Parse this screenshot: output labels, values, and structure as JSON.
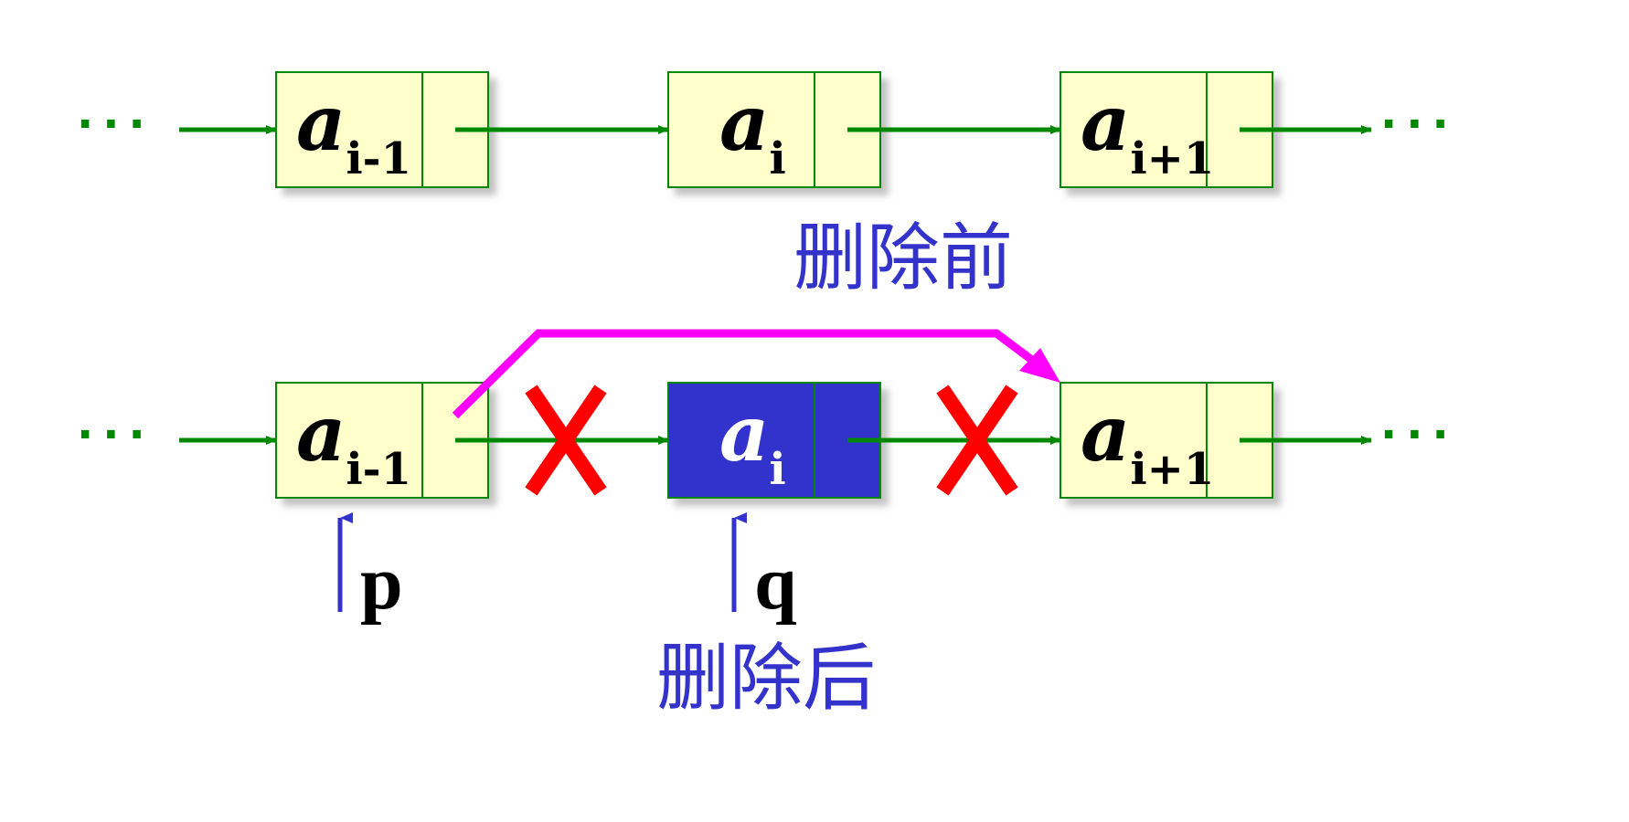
{
  "colors": {
    "node_fill": "#ffffcc",
    "node_border": "#008800",
    "deleted_fill": "#3333cc",
    "deleted_text": "#ffffff",
    "arrow": "#008800",
    "bypass": "#ff00ff",
    "cross": "#ff0000",
    "pointer": "#3333cc",
    "caption": "#3333cc",
    "text": "#000000"
  },
  "ellipsis": "···",
  "node_var": "a",
  "rows": [
    {
      "caption": "删除前",
      "nodes": [
        {
          "sub": "i-1",
          "deleted": false
        },
        {
          "sub": "i",
          "deleted": false
        },
        {
          "sub": "i+1",
          "deleted": false
        }
      ]
    },
    {
      "caption": "删除后",
      "nodes": [
        {
          "sub": "i-1",
          "deleted": false,
          "pointer": "p"
        },
        {
          "sub": "i",
          "deleted": true,
          "pointer": "q"
        },
        {
          "sub": "i+1",
          "deleted": false
        }
      ],
      "crossed_links": [
        1,
        2
      ],
      "bypass_link": {
        "from": 0,
        "to": 2
      }
    }
  ]
}
